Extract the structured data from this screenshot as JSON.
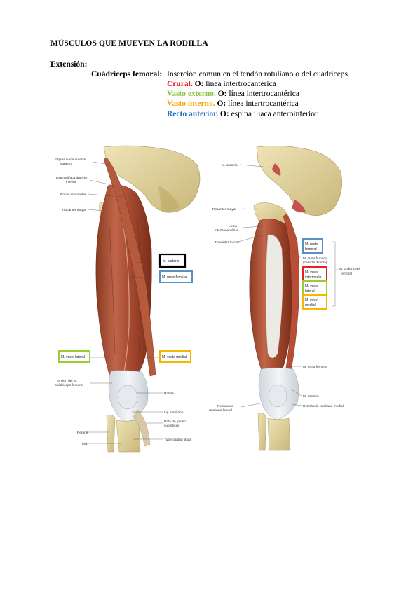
{
  "document": {
    "title": "MÚSCULOS QUE MUEVEN LA RODILLA",
    "section": "Extensión:",
    "muscle": {
      "name": "Cuádriceps femoral:",
      "insertion": "Inserción común en el tendón rotuliano o del cuádriceps"
    },
    "heads": [
      {
        "name": "Crural.",
        "origin_label": "O:",
        "origin": "línea intertrocantérica",
        "color": "#e8202a"
      },
      {
        "name": "Vasto externo.",
        "origin_label": "O:",
        "origin": "línea intertrocantérica",
        "color": "#8cc63f"
      },
      {
        "name": "Vasto interno.",
        "origin_label": "O:",
        "origin": "línea intertrocantérica",
        "color": "#f7a800"
      },
      {
        "name": "Recto anterior.",
        "origin_label": "O:",
        "origin": "espina ilíaca anteroinferior",
        "color": "#1f6fc0"
      }
    ]
  },
  "figure": {
    "left_labels": {
      "espina_sup": [
        "Espina ilíaca anterior",
        "superior"
      ],
      "espina_inf": [
        "Espina ilíaca anterior",
        "inferior"
      ],
      "borde": "Borde acetabular",
      "trocanter": "Trocánter mayor",
      "tendon": [
        "Tendón del M.",
        "cuádriceps femoral"
      ],
      "perone": "Peroné",
      "tibia": "Tibia",
      "rotula": "Rótula",
      "lig": "Lig. rotuliano",
      "pata": [
        "Pata de ganso",
        "superficial"
      ],
      "tuberosidad": "Tuberosidad tibial"
    },
    "left_boxes": {
      "sartorio": "M. sartorio",
      "recto": "M. recto femoral",
      "vasto_lateral": "M. vasto lateral",
      "vasto_medial": "M. vasto medial"
    },
    "right_labels": {
      "sartorio_top": "M. sartorio",
      "trocanter_mayor": "Trocánter mayor",
      "linea": [
        "Línea",
        "intertrocantérica"
      ],
      "trocanter_menor": "Trocánter menor",
      "recto_directa": [
        "M. recto femoral",
        "(cabeza directa)"
      ],
      "cuadriceps": [
        "M. cuádriceps",
        "femoral"
      ],
      "recto_femoral_low": "M. recto femoral",
      "sartorio_low": "M. sartorio",
      "retinaculo_lat": [
        "Retináculo",
        "rotuliano lateral"
      ],
      "retinaculo_med": "Retináculo rotuliano medial"
    },
    "right_boxes": {
      "recto": [
        "M. recto",
        "femoral"
      ],
      "intermedio": [
        "M. vasto",
        "intermedio"
      ],
      "lateral": [
        "M. vasto",
        "lateral"
      ],
      "medial": [
        "M. vasto",
        "medial"
      ]
    },
    "colors": {
      "black": "#000000",
      "blue": "#5b8fc7",
      "green": "#9acd32",
      "orange": "#f5b800",
      "red": "#e8202a"
    }
  }
}
